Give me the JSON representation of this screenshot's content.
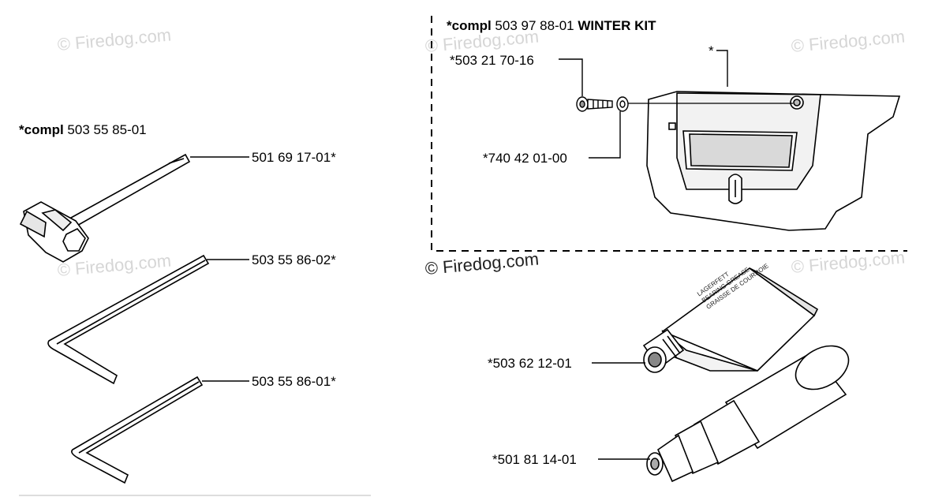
{
  "watermark": "© Firedog.com",
  "left_kit": {
    "prefix": "*compl",
    "number": "503 55 85-01",
    "parts": [
      {
        "number": "501 69 17-01*",
        "name": "socket-wrench"
      },
      {
        "number": "503 55 86-02*",
        "name": "hex-key-large"
      },
      {
        "number": "503 55 86-01*",
        "name": "hex-key-small"
      }
    ]
  },
  "winter_kit": {
    "prefix": "*compl",
    "number": "503 97 88-01",
    "name": "WINTER KIT",
    "cover_ref": "*",
    "parts": [
      {
        "number": "*503 21 70-16",
        "name": "screw"
      },
      {
        "number": "*740 42 01-00",
        "name": "washer"
      }
    ]
  },
  "grease": {
    "parts": [
      {
        "number": "*503 62 12-01",
        "name": "grease-tube"
      },
      {
        "number": "*501 81 14-01",
        "name": "grease-gun"
      }
    ],
    "tube_print": [
      "LAGERFETT",
      "BEARING GREASE",
      "GRAISSE DE COURROIE"
    ]
  }
}
